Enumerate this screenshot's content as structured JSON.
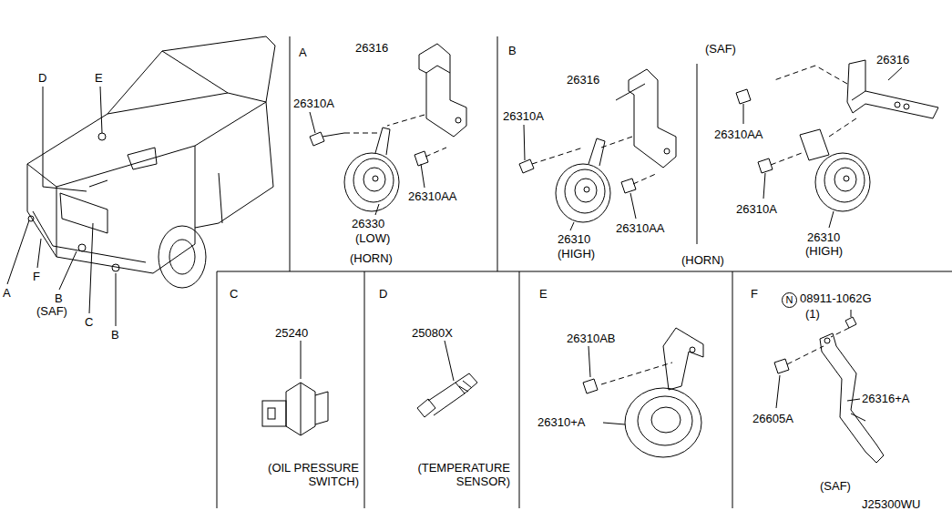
{
  "diagram": {
    "labels": [
      "D",
      "E",
      "A",
      "F",
      "B",
      "(SAF)",
      "C",
      "B",
      "A",
      "26316",
      "26310A",
      "26310AA",
      "26330",
      "(LOW)",
      "(HORN)",
      "B",
      "26316",
      "26310A",
      "26310AA",
      "26310",
      "(HIGH)",
      "(SAF)",
      "26316",
      "26310AA",
      "26310A",
      "26310",
      "(HIGH)",
      "(HORN)",
      "C",
      "25240",
      "(OIL PRESSURE SWITCH)",
      "D",
      "25080X",
      "(TEMPERATURE SENSOR)",
      "E",
      "26310AB",
      "26310+A",
      "F",
      "N",
      "08911-1062G",
      "(1)",
      "26605A",
      "26316+A",
      "(SAF)",
      "J25300WU"
    ]
  }
}
